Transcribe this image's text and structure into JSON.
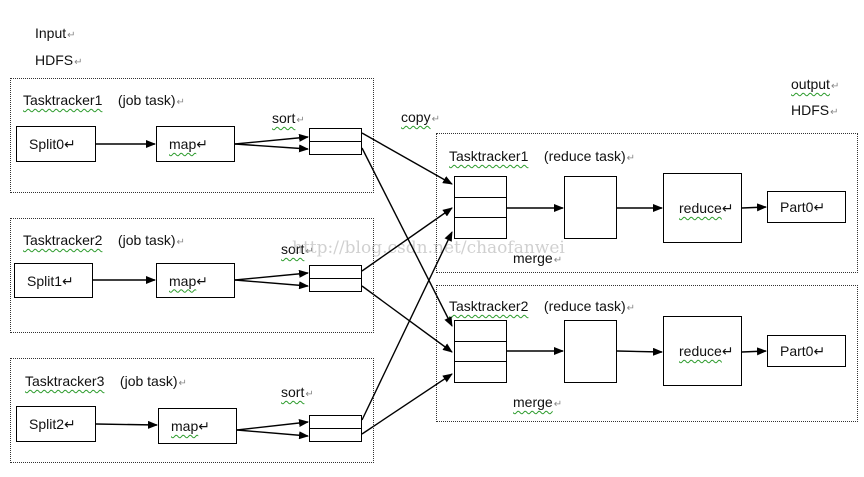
{
  "input_label": "Input",
  "input_hdfs": "HDFS",
  "output_label": "output",
  "output_hdfs": "HDFS",
  "copy_label": "copy",
  "pilcrow": "↵",
  "watermark": "http://blog.csdn.net/chaofanwei",
  "map_side": [
    {
      "tracker": "Tasktracker1",
      "role": "(job task)",
      "split": "Split0",
      "map": "map",
      "sort": "sort"
    },
    {
      "tracker": "Tasktracker2",
      "role": "(job task)",
      "split": "Split1",
      "map": "map",
      "sort": "sort"
    },
    {
      "tracker": "Tasktracker3",
      "role": "(job task)",
      "split": "Split2",
      "map": "map",
      "sort": "sort"
    }
  ],
  "reduce_side": [
    {
      "tracker": "Tasktracker1",
      "role": "(reduce task)",
      "merge": "merge",
      "reduce": "reduce",
      "part": "Part0"
    },
    {
      "tracker": "Tasktracker2",
      "role": "(reduce task)",
      "merge": "merge",
      "reduce": "reduce",
      "part": "Part0"
    }
  ]
}
